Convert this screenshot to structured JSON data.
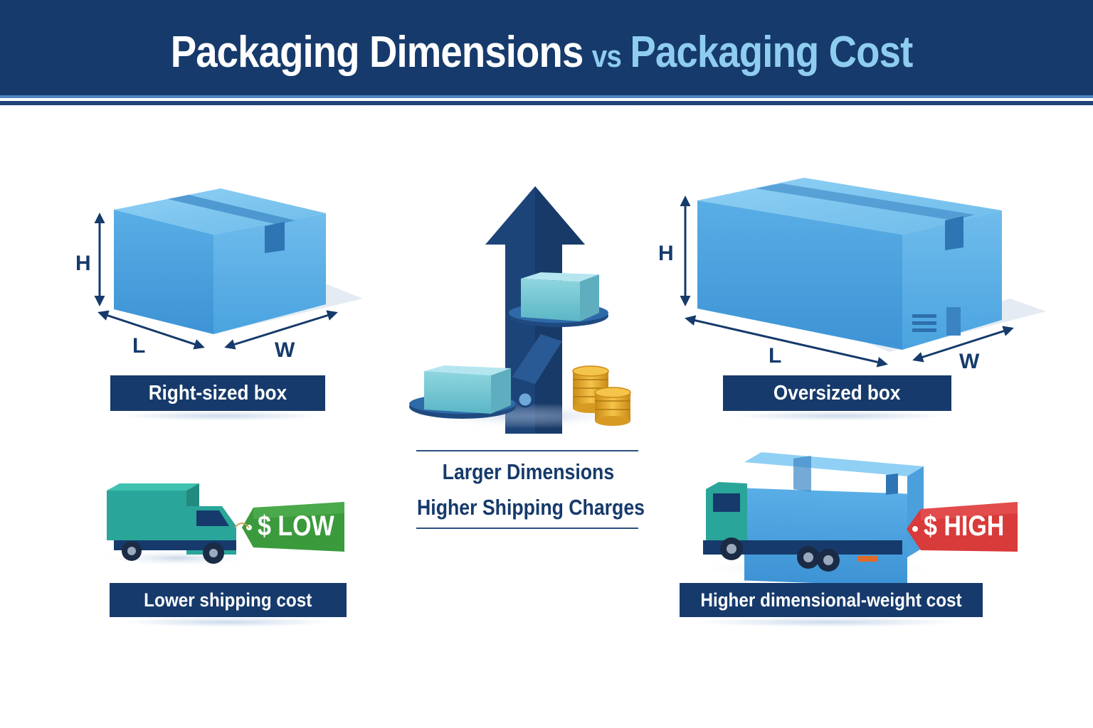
{
  "title": {
    "part1": "Packaging Dimensions",
    "vs": "vs",
    "part2": "Packaging Cost"
  },
  "left": {
    "box_label": "Right-sized box",
    "dims": {
      "h": "H",
      "l": "L",
      "w": "W"
    },
    "tag": "$ LOW",
    "truck_label": "Lower shipping cost"
  },
  "center": {
    "line1": "Larger Dimensions",
    "line2": "Higher Shipping Charges"
  },
  "right": {
    "box_label": "Oversized box",
    "dims": {
      "h": "H",
      "l": "L",
      "w": "W"
    },
    "tag": "$ HIGH",
    "truck_label": "Higher dimensional-weight cost"
  },
  "colors": {
    "navy": "#163a6b",
    "box_blue": "#5aaee3",
    "teal": "#2aa59a",
    "low_green": "#3a9a3c",
    "high_red": "#d93a3a",
    "coin_gold": "#e0a52a"
  },
  "icons": [
    "up-arrow-icon",
    "balance-scale-icon",
    "coin-stack-icon",
    "truck-icon",
    "price-tag-icon"
  ]
}
